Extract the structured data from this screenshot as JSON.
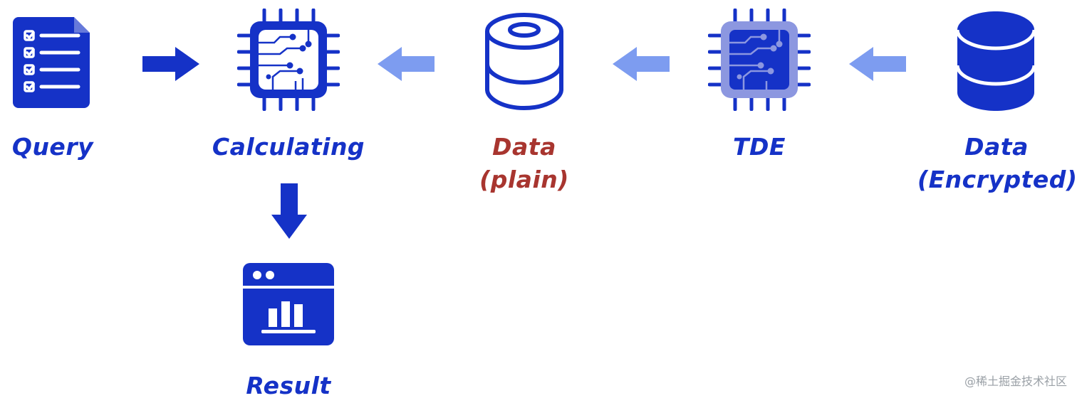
{
  "nodes": {
    "query": {
      "label": "Query"
    },
    "calculating": {
      "label": "Calculating"
    },
    "data_plain": {
      "line1": "Data",
      "line2": "(plain)"
    },
    "tde": {
      "label": "TDE"
    },
    "data_encrypted": {
      "line1": "Data",
      "line2": "(Encrypted)"
    },
    "result": {
      "label": "Result"
    }
  },
  "colors": {
    "primary": "#1532c7",
    "light_arrow": "#7d9cf0",
    "tde_fill": "#8c97e0",
    "plain_label": "#a8352f"
  },
  "watermark": "@稀土掘金技术社区"
}
